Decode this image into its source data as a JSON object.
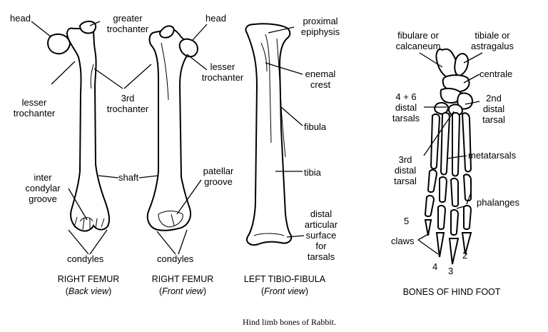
{
  "femur_back": {
    "head": "head",
    "greater_trochanter": [
      "greater",
      "trochanter"
    ],
    "lesser_trochanter": [
      "lesser",
      "trochanter"
    ],
    "third_trochanter": [
      "3rd",
      "trochanter"
    ],
    "shaft": "shaft",
    "intercondylar_groove": [
      "inter",
      "condylar",
      "groove"
    ],
    "condyles": "condyles",
    "title": "RIGHT FEMUR",
    "view_open": "(",
    "view": "Back view",
    "view_close": ")"
  },
  "femur_front": {
    "head": "head",
    "lesser_trochanter": [
      "lesser",
      "trochanter"
    ],
    "patellar_groove": [
      "patellar",
      "groove"
    ],
    "condyles": "condyles",
    "title": "RIGHT FEMUR",
    "view_open": "(",
    "view": "Front view",
    "view_close": ")"
  },
  "tibio_fibula": {
    "proximal_epiphysis": [
      "proximal",
      "epiphysis"
    ],
    "enemal_crest": [
      "enemal",
      "crest"
    ],
    "fibula": "fibula",
    "tibia": "tibia",
    "distal_surface": [
      "distal",
      "articular",
      "surface",
      "for",
      "tarsals"
    ],
    "title": "LEFT TIBIO-FIBULA",
    "view_open": "(",
    "view": "Front view",
    "view_close": ")"
  },
  "hind_foot": {
    "fibulare": [
      "fibulare or",
      "calcaneum"
    ],
    "tibiale": [
      "tibiale or",
      "astragalus"
    ],
    "centrale": "centrale",
    "distal_tarsals_46": [
      "4 + 6",
      "distal",
      "tarsals"
    ],
    "second_distal_tarsal": [
      "2nd",
      "distal",
      "tarsal"
    ],
    "third_distal_tarsal": [
      "3rd",
      "distal",
      "tarsal"
    ],
    "metatarsals": "metatarsals",
    "phalanges": "phalanges",
    "claws": "claws",
    "digits": [
      "5",
      "4",
      "3",
      "2"
    ],
    "title": "BONES OF HIND FOOT"
  },
  "caption": "Hind limb bones of Rabbit."
}
